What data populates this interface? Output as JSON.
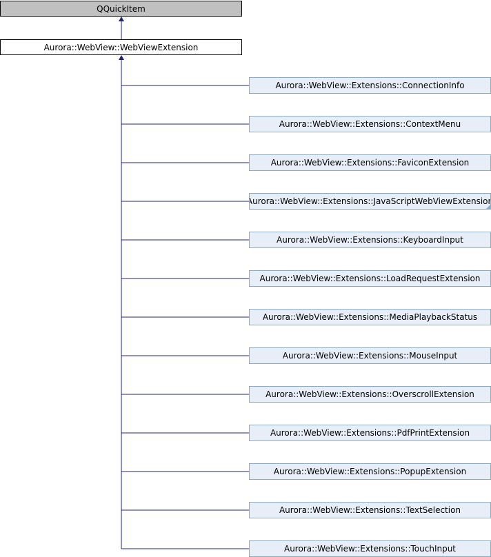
{
  "diagram": {
    "base_class": "QQuickItem",
    "current_class": "Aurora::WebView::WebViewExtension",
    "derived_classes": [
      {
        "name": "Aurora::WebView::Extensions::ConnectionInfo"
      },
      {
        "name": "Aurora::WebView::Extensions::ContextMenu"
      },
      {
        "name": "Aurora::WebView::Extensions::FaviconExtension"
      },
      {
        "name": "Aurora::WebView::Extensions::JavaScriptWebViewExtension",
        "has_more": true
      },
      {
        "name": "Aurora::WebView::Extensions::KeyboardInput"
      },
      {
        "name": "Aurora::WebView::Extensions::LoadRequestExtension"
      },
      {
        "name": "Aurora::WebView::Extensions::MediaPlaybackStatus"
      },
      {
        "name": "Aurora::WebView::Extensions::MouseInput"
      },
      {
        "name": "Aurora::WebView::Extensions::OverscrollExtension"
      },
      {
        "name": "Aurora::WebView::Extensions::PdfPrintExtension"
      },
      {
        "name": "Aurora::WebView::Extensions::PopupExtension"
      },
      {
        "name": "Aurora::WebView::Extensions::TextSelection"
      },
      {
        "name": "Aurora::WebView::Extensions::TouchInput"
      }
    ],
    "colors": {
      "edge": "#1a237e",
      "base_fill": "#c0c0c0",
      "derived_fill": "#e8eef7",
      "derived_border": "#84b0c7"
    }
  }
}
